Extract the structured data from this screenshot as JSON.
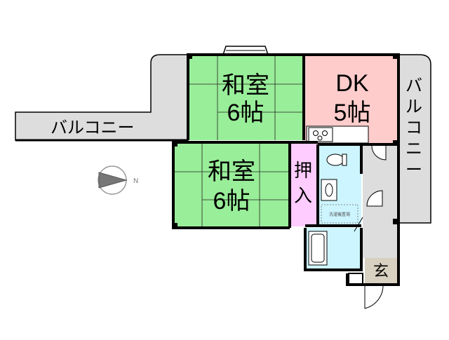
{
  "rooms": {
    "washitsu_top": {
      "type": "和室",
      "size": "6帖",
      "color": "#99ee99"
    },
    "dk": {
      "type": "DK",
      "size": "5帖",
      "color": "#ffcccc"
    },
    "washitsu_bottom": {
      "type": "和室",
      "size": "6帖",
      "color": "#99ee99"
    },
    "oshiire": {
      "chars": [
        "押",
        "入"
      ],
      "color": "#ffccff"
    },
    "genkan": {
      "label": "玄",
      "color": "#d8d0c0"
    }
  },
  "balcony_left": {
    "label": "バルコニー",
    "color": "#dddddd"
  },
  "balcony_right": {
    "label": "バルコニー",
    "color": "#dddddd"
  },
  "wet_area_color": "#ccf5ff",
  "washer_label": "洗濯機置場",
  "compass": {
    "label": "N"
  }
}
